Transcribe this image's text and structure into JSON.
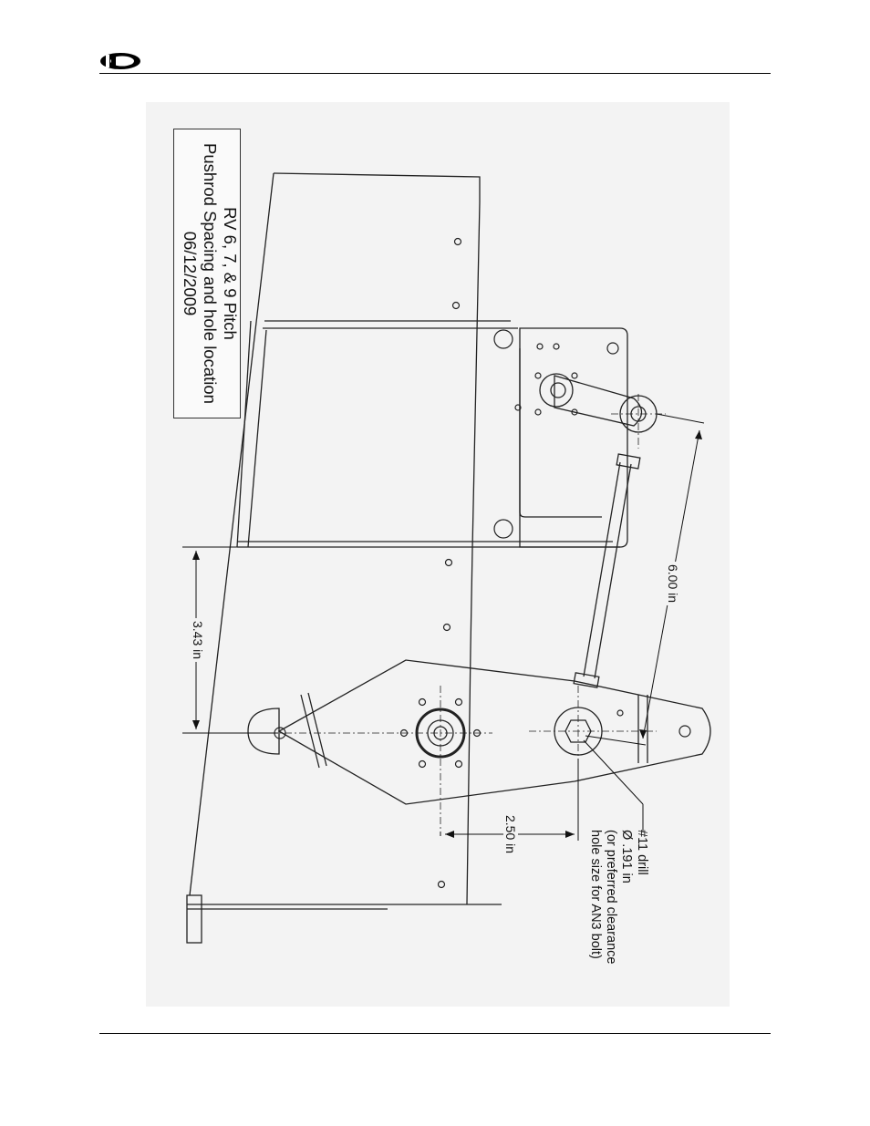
{
  "header": {
    "logo_icon": "company-logo-icon"
  },
  "figure": {
    "title_lines": [
      "RV 6, 7, &  9 Pitch",
      "Pushrod Spacing and hole location",
      "06/12/2009"
    ],
    "dimensions": {
      "pushrod_length": "6.00 in",
      "hole_offset": "3.43 in",
      "bellcrank_offset": "2.50 in"
    },
    "callout_lines": [
      "#11 drill",
      "Ø .191 in",
      "(or preferred clearance",
      "hole size for AN3 bolt)"
    ]
  }
}
